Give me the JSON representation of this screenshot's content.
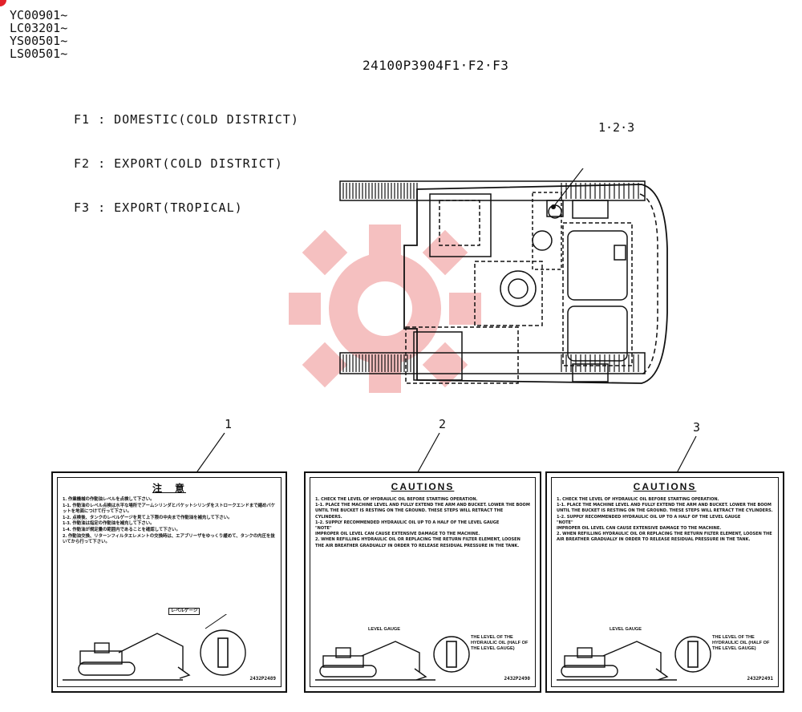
{
  "serials": [
    "YC00901~",
    "LC03201~",
    "YS00501~",
    "LS00501~"
  ],
  "part_number": "24100P3904F1·F2·F3",
  "variants": [
    {
      "code": "F1",
      "text": "DOMESTIC(COLD DISTRICT)"
    },
    {
      "code": "F2",
      "text": "EXPORT(COLD DISTRICT)"
    },
    {
      "code": "F3",
      "text": "EXPORT(TROPICAL)"
    }
  ],
  "machine_callout": "1·2·3",
  "callouts": [
    "1",
    "2",
    "3"
  ],
  "labels": [
    {
      "title": "注　意",
      "body": "1. 作業機械の作動油レベルを点検して下さい。\n1-1. 作動油のレベル点検は水平な場所でアームシリンダとバケットシリンダをストロークエンドまで縮めバケットを地面につけて行って下さい。\n1-2. 点検後、タンクのレベルゲージを見て上下限の中央まで作動油を補充して下さい。\n1-3. 作動油は指定の作動油を補充して下さい。\n1-4. 作動油が規定量の範囲内であることを確認して下さい。\n2. 作動油交換、リターンフィルタエレメントの交換時は、エアブリーザをゆっくり緩めて、タンクの内圧を抜いてから行って下さい。",
      "gauge_note": "レベルゲージ",
      "part": "2432P2489"
    },
    {
      "title": "CAUTIONS",
      "body": "1. CHECK THE LEVEL OF HYDRAULIC OIL BEFORE STARTING OPERATION.\n1-1. PLACE THE MACHINE LEVEL AND FULLY EXTEND THE ARM AND BUCKET. LOWER THE BOOM UNTIL THE BUCKET IS RESTING ON THE GROUND. THESE STEPS WILL RETRACT THE CYLINDERS.\n1-2. SUPPLY RECOMMENDED HYDRAULIC OIL UP TO A HALF OF THE LEVEL GAUGE\n\"NOTE\"\nIMPROPER OIL LEVEL CAN CAUSE EXTENSIVE DAMAGE TO THE MACHINE.\n2. WHEN REFILLING HYDRAULIC OIL OR REPLACING THE RETURN FILTER ELEMENT, LOOSEN THE AIR BREATHER GRADUALLY IN ORDER TO RELEASE RESIDUAL PRESSURE IN THE TANK.",
      "gauge_label": "LEVEL GAUGE",
      "gauge_note": "THE LEVEL OF THE HYDRAULIC OIL (HALF OF THE LEVEL GAUGE)",
      "part": "2432P2490"
    },
    {
      "title": "CAUTIONS",
      "body": "1. CHECK THE LEVEL OF HYDRAULIC OIL BEFORE STARTING OPERATION.\n1-1. PLACE THE MACHINE LEVEL AND FULLY EXTEND THE ARM AND BUCKET. LOWER THE BOOM UNTIL THE BUCKET IS RESTING ON THE GROUND. THESE STEPS WILL RETRACT THE CYLINDERS.\n1-2. SUPPLY RECOMMENDED HYDRAULIC OIL UP TO A HALF OF THE LEVEL GAUGE\n\"NOTE\"\nIMPROPER OIL LEVEL CAN CAUSE EXTENSIVE DAMAGE TO THE MACHINE.\n2. WHEN REFILLING HYDRAULIC OIL OR REPLACING THE RETURN FILTER ELEMENT, LOOSEN THE AIR BREATHER GRADUALLY IN ORDER TO RELEASE RESIDUAL PRESSURE IN THE TANK.",
      "gauge_label": "LEVEL GAUGE",
      "gauge_note": "THE LEVEL OF THE HYDRAULIC OIL (HALF OF THE LEVEL GAUGE)",
      "part": "2432P2491"
    }
  ],
  "colors": {
    "ink": "#111111",
    "watermark": "#f4b6b6",
    "corner_marker": "#e2222a"
  },
  "icons": {
    "watermark": "gear-logo-icon",
    "machine": "excavator-top-view-icon",
    "label_art": "excavator-side-view-icon",
    "gauge": "level-gauge-icon"
  }
}
